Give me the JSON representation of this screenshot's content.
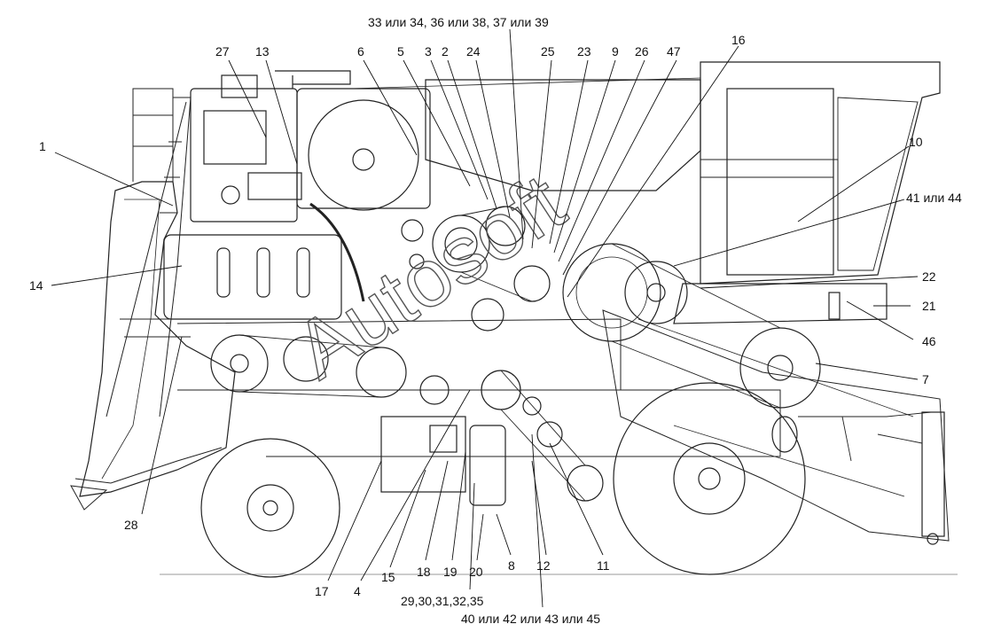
{
  "watermark": "Autosoft",
  "labels": [
    {
      "id": "l-top",
      "text": "33 или 34, 36 или 38, 37 или 39"
    },
    {
      "id": "l1",
      "text": "1"
    },
    {
      "id": "l27",
      "text": "27"
    },
    {
      "id": "l13",
      "text": "13"
    },
    {
      "id": "l6",
      "text": "6"
    },
    {
      "id": "l5",
      "text": "5"
    },
    {
      "id": "l3",
      "text": "3"
    },
    {
      "id": "l2",
      "text": "2"
    },
    {
      "id": "l24",
      "text": "24"
    },
    {
      "id": "l25",
      "text": "25"
    },
    {
      "id": "l23",
      "text": "23"
    },
    {
      "id": "l9",
      "text": "9"
    },
    {
      "id": "l26",
      "text": "26"
    },
    {
      "id": "l47",
      "text": "47"
    },
    {
      "id": "l16",
      "text": "16"
    },
    {
      "id": "l10",
      "text": "10"
    },
    {
      "id": "l41",
      "text": "41 или 44"
    },
    {
      "id": "l22",
      "text": "22"
    },
    {
      "id": "l21",
      "text": "21"
    },
    {
      "id": "l46",
      "text": "46"
    },
    {
      "id": "l7",
      "text": "7"
    },
    {
      "id": "l14",
      "text": "14"
    },
    {
      "id": "l28",
      "text": "28"
    },
    {
      "id": "l17",
      "text": "17"
    },
    {
      "id": "l4",
      "text": "4"
    },
    {
      "id": "l15",
      "text": "15"
    },
    {
      "id": "l18",
      "text": "18"
    },
    {
      "id": "l19",
      "text": "19"
    },
    {
      "id": "l20",
      "text": "20"
    },
    {
      "id": "l8",
      "text": "8"
    },
    {
      "id": "l12",
      "text": "12"
    },
    {
      "id": "l11",
      "text": "11"
    },
    {
      "id": "l29",
      "text": "29,30,31,32,35"
    },
    {
      "id": "l40",
      "text": "40 или 42 или 43 или 45"
    }
  ]
}
